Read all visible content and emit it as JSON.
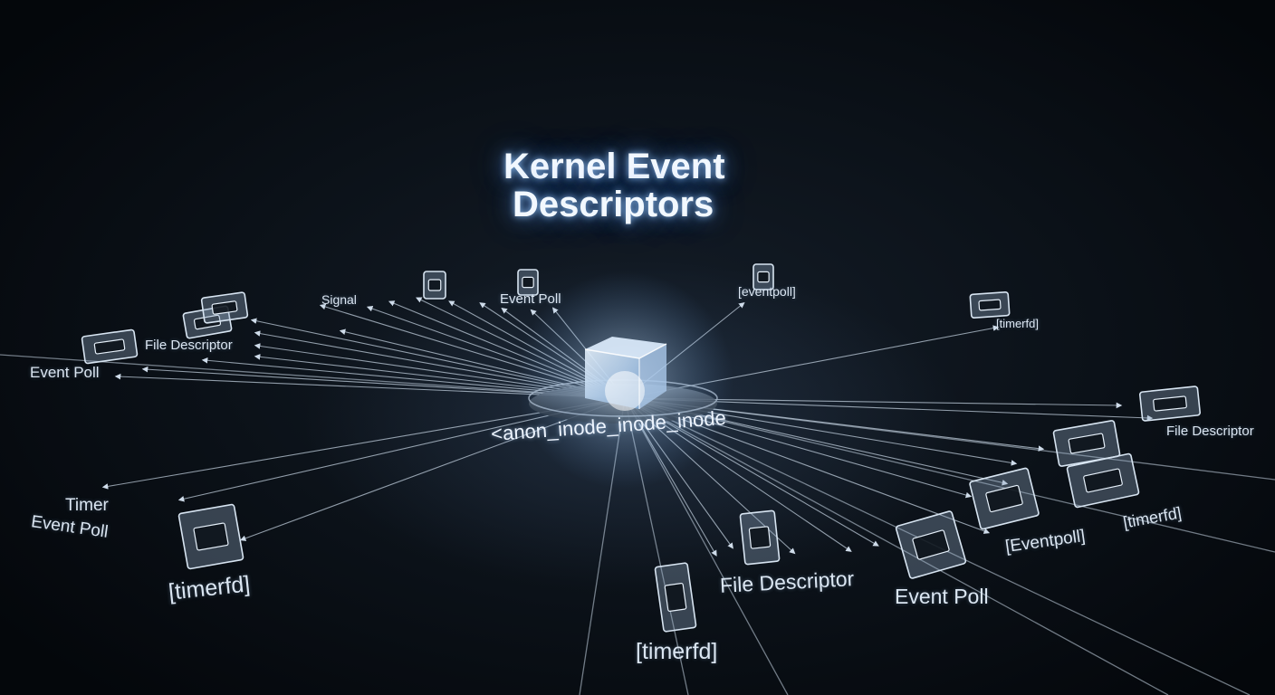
{
  "title": {
    "line1": "Kernel Event",
    "line2": "Descriptors"
  },
  "hub": {
    "label": "<anon_inode_inode_inode"
  },
  "labels": [
    "Signal",
    "Event Poll",
    "[eventpoll]",
    "[timerfd]",
    "File Descriptor",
    "Event Poll",
    "Timer",
    "Event Poll",
    "[timerfd]",
    "File Descriptor",
    "[timerfd]",
    "File Descriptor",
    "Event Poll",
    "[Eventpoll]",
    "[timerfd]"
  ],
  "colors": {
    "background": "#0b1118",
    "glow": "#9cc8ff",
    "line": "#c9d7e6",
    "text": "#dbe6f2"
  }
}
